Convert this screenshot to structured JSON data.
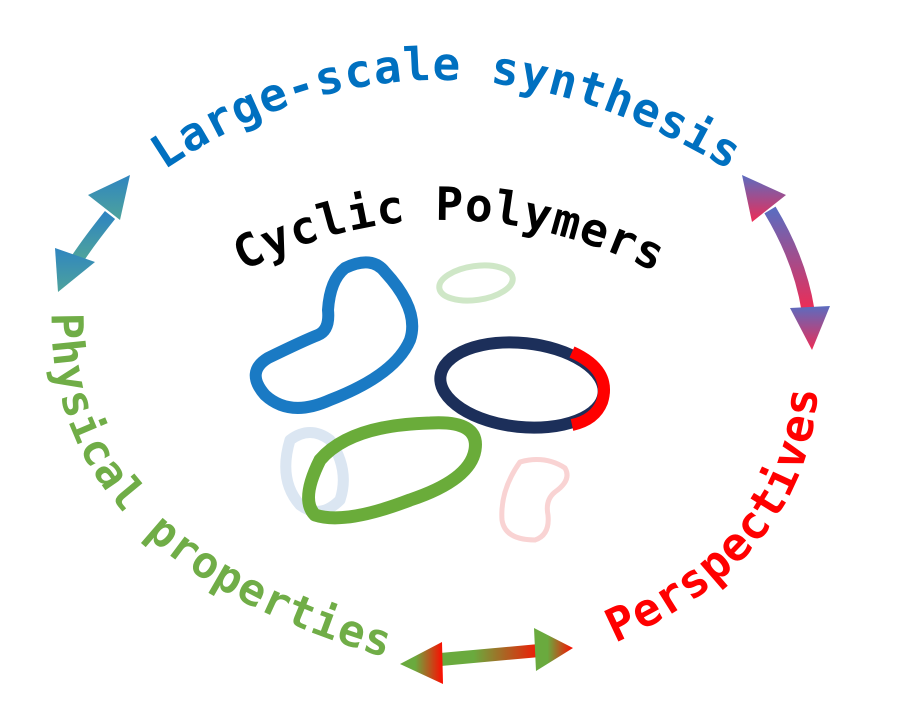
{
  "title": "Cyclic Polymers",
  "themes": {
    "top": {
      "label": "Large-scale synthesis",
      "color": "#0070c0"
    },
    "left": {
      "label": "Physical properties",
      "color": "#70ad47"
    },
    "right": {
      "label": "Perspectives",
      "color": "#ff0000"
    }
  },
  "arrows": {
    "top_left": {
      "from_color": "#2f85c0",
      "to_color": "#4ea39c"
    },
    "top_right": {
      "from_color": "#5b6cc0",
      "to_color": "#ee2c55"
    },
    "bottom": {
      "from_color": "#6aaa3e",
      "to_color": "#ff0a00"
    }
  },
  "rings": [
    {
      "name": "blue-kidney-ring",
      "color": "#1a7ac4",
      "opacity": 1
    },
    {
      "name": "pale-green-ring",
      "color": "#a8d49a",
      "opacity": 0.55
    },
    {
      "name": "navy-red-ring",
      "color": "#1c2f5a",
      "accent": "#ff0000",
      "opacity": 1
    },
    {
      "name": "pale-blue-ring",
      "color": "#b8cde6",
      "opacity": 0.5
    },
    {
      "name": "green-ring",
      "color": "#6aac3a",
      "opacity": 1
    },
    {
      "name": "pale-red-ring",
      "color": "#f4a8a8",
      "opacity": 0.5
    }
  ]
}
